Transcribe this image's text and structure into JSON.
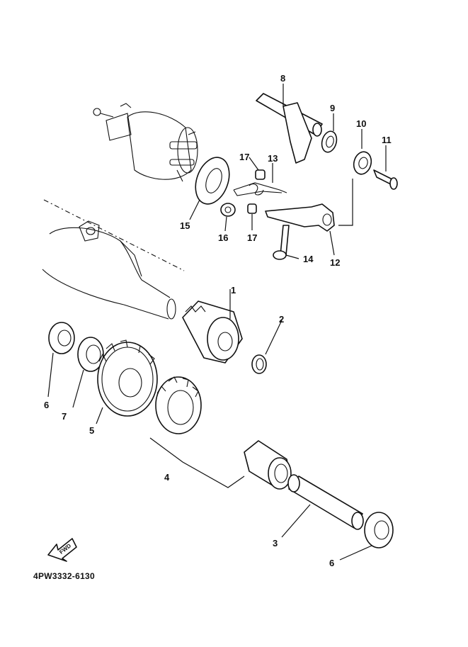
{
  "diagram": {
    "part_code": "4PW3332-6130",
    "fwd_label": "FWD",
    "callouts": {
      "c1": "1",
      "c2": "2",
      "c3": "3",
      "c4": "4",
      "c5": "5",
      "c6a": "6",
      "c6b": "6",
      "c7": "7",
      "c8": "8",
      "c9": "9",
      "c10": "10",
      "c11": "11",
      "c12": "12",
      "c13": "13",
      "c14": "14",
      "c15": "15",
      "c16": "16",
      "c17a": "17",
      "c17b": "17"
    }
  }
}
